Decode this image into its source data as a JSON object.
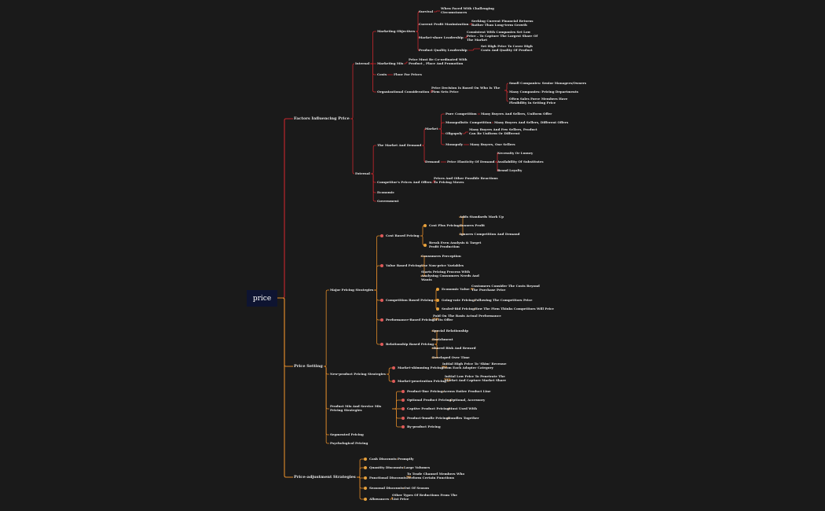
{
  "root": "price",
  "colors": {
    "background": "#1a1a1a",
    "root_bg": "#0e1431",
    "red": "#c8272d",
    "orange": "#e08a2a",
    "red_dot": "#e05a5a",
    "orange_dot": "#e8a23c"
  },
  "nodes": [
    {
      "id": "factors",
      "parent": "root",
      "label": "Factors Influencing Price"
    },
    {
      "id": "internal",
      "parent": "factors",
      "label": "Internal"
    },
    {
      "id": "mobj",
      "parent": "internal",
      "label": "Marketing Objectives"
    },
    {
      "id": "survival",
      "parent": "mobj",
      "label": "Survival"
    },
    {
      "id": "survival_d",
      "parent": "survival",
      "label": "When Faced With Challenging Circumstances"
    },
    {
      "id": "cpm",
      "parent": "mobj",
      "label": "Current Profit Maximization"
    },
    {
      "id": "cpm_d",
      "parent": "cpm",
      "label": "Seeking Current Financial Returns Rather Than Long-term Growth"
    },
    {
      "id": "msl",
      "parent": "mobj",
      "label": "Market-share Leadership"
    },
    {
      "id": "msl_d",
      "parent": "msl",
      "label": "Consistent With Companies Set Low Price – To Capture The Largest Share Of The Market"
    },
    {
      "id": "pql",
      "parent": "mobj",
      "label": "Product Quality Leadership"
    },
    {
      "id": "pql_d",
      "parent": "pql",
      "label": "Set High Price To Cover High Costs And Quality Of Product"
    },
    {
      "id": "mmix",
      "parent": "internal",
      "label": "Marketing Mix"
    },
    {
      "id": "mmix_d",
      "parent": "mmix",
      "label": "Price Must Be Co-ordinated  With Product , Place And Promotion"
    },
    {
      "id": "costs",
      "parent": "internal",
      "label": "Costs"
    },
    {
      "id": "costs_d",
      "parent": "costs",
      "label": "Floor For Prices"
    },
    {
      "id": "orgc",
      "parent": "internal",
      "label": "Organizational Consideration"
    },
    {
      "id": "orgc_d",
      "parent": "orgc",
      "label": "Price Decision Is Based On Who Is The Firm Sets Price"
    },
    {
      "id": "small",
      "parent": "orgc_d",
      "label": "Small Companies: Senior Managers/Owners"
    },
    {
      "id": "many",
      "parent": "orgc_d",
      "label": "Many Companies: Pricing Departments"
    },
    {
      "id": "often",
      "parent": "orgc_d",
      "label": "Often Sales Force Members Have Flexibility In Setting Price"
    },
    {
      "id": "external",
      "parent": "factors",
      "label": "External"
    },
    {
      "id": "mdemand",
      "parent": "external",
      "label": "The Market And Demand"
    },
    {
      "id": "market",
      "parent": "mdemand",
      "label": "Market"
    },
    {
      "id": "pure",
      "parent": "market",
      "label": "Pure Competition"
    },
    {
      "id": "pure_d",
      "parent": "pure",
      "label": "Many Buyers And Sellers, Uniform Offer"
    },
    {
      "id": "monopc",
      "parent": "market",
      "label": "Monopolistic Competition"
    },
    {
      "id": "monopc_d",
      "parent": "monopc",
      "label": "Many Buyers And Sellers, Different Offers"
    },
    {
      "id": "olig",
      "parent": "market",
      "label": "Oligopoly"
    },
    {
      "id": "olig_d",
      "parent": "olig",
      "label": "Many Buyers And Few Sellers, Product Can Be Uniform Or Different"
    },
    {
      "id": "monop",
      "parent": "market",
      "label": "Monopoly"
    },
    {
      "id": "monop_d",
      "parent": "monop",
      "label": "Many Buyers, One Sellers"
    },
    {
      "id": "demand",
      "parent": "mdemand",
      "label": "Demand"
    },
    {
      "id": "ped",
      "parent": "demand",
      "label": "Price Elasticity Of Demand"
    },
    {
      "id": "nec",
      "parent": "ped",
      "label": "Necessity Or Luxury"
    },
    {
      "id": "avail",
      "parent": "ped",
      "label": "Availability Of Substitutes"
    },
    {
      "id": "brand",
      "parent": "ped",
      "label": "Brand Loyalty"
    },
    {
      "id": "comp",
      "parent": "external",
      "label": "Competitor's Prices And Offers"
    },
    {
      "id": "comp_d",
      "parent": "comp",
      "label": "Prices And Other Possible Reactions To Pricing Moves"
    },
    {
      "id": "econ",
      "parent": "external",
      "label": "Economic"
    },
    {
      "id": "govt",
      "parent": "external",
      "label": "Government"
    },
    {
      "id": "setting",
      "parent": "root",
      "label": "Price Setting"
    },
    {
      "id": "major",
      "parent": "setting",
      "label": "Major Pricing Strategies"
    },
    {
      "id": "cbp",
      "parent": "major",
      "label": "Cost Based Pricing"
    },
    {
      "id": "cpp",
      "parent": "cbp",
      "label": "Cost Plus Pricing"
    },
    {
      "id": "adds",
      "parent": "cpp",
      "label": "Adds Standards Mark Up"
    },
    {
      "id": "ensures",
      "parent": "cpp",
      "label": "Ensures Profit"
    },
    {
      "id": "ignores",
      "parent": "cpp",
      "label": "Ignores Competition And Demand"
    },
    {
      "id": "breakeven",
      "parent": "cbp",
      "label": "Break Even  Analysis & Target Profit Production"
    },
    {
      "id": "vbp",
      "parent": "major",
      "label": "Value Based Pricing"
    },
    {
      "id": "consp",
      "parent": "vbp",
      "label": "Consumers Perception"
    },
    {
      "id": "nonprice",
      "parent": "vbp",
      "label": "Use Non-price Variables"
    },
    {
      "id": "starts",
      "parent": "vbp",
      "label": "Starts Pricing Process With Analysing Consumers Needs And Wants"
    },
    {
      "id": "compbp",
      "parent": "major",
      "label": "Competition Based Pricing"
    },
    {
      "id": "ecov",
      "parent": "compbp",
      "label": "Economic Value"
    },
    {
      "id": "ecov_d",
      "parent": "ecov",
      "label": "Customers Consider The Costs Beyond The Purchase Price"
    },
    {
      "id": "goingrate",
      "parent": "compbp",
      "label": "Going-rate Pricing"
    },
    {
      "id": "goingrate_d",
      "parent": "goingrate",
      "label": "Following The Competitors Price"
    },
    {
      "id": "sealed",
      "parent": "compbp",
      "label": "Sealed-Bid Pricing"
    },
    {
      "id": "sealed_d",
      "parent": "sealed",
      "label": "How The Firm Thinks Competitors Will Price"
    },
    {
      "id": "perf",
      "parent": "major",
      "label": "Performance-Based Pricing"
    },
    {
      "id": "perf_d",
      "parent": "perf",
      "label": "Paid On The Basis Actual Performance Of Its Offer"
    },
    {
      "id": "rel",
      "parent": "major",
      "label": "Relationship Based Pricing"
    },
    {
      "id": "special",
      "parent": "rel",
      "label": "Special Relationship"
    },
    {
      "id": "enrich",
      "parent": "rel",
      "label": "Enrichment"
    },
    {
      "id": "shared",
      "parent": "rel",
      "label": "Shared Risk And Reward"
    },
    {
      "id": "devel",
      "parent": "rel",
      "label": "Developed Over Time"
    },
    {
      "id": "newp",
      "parent": "setting",
      "label": "New-product Pricing Strategies"
    },
    {
      "id": "skim",
      "parent": "newp",
      "label": "Market-skimming Pricing"
    },
    {
      "id": "skim_d",
      "parent": "skim",
      "label": "Initial High Price To 'Skim' Revenue From Each Adopter Category"
    },
    {
      "id": "pen",
      "parent": "newp",
      "label": "Market-penetration Pricing"
    },
    {
      "id": "pen_d",
      "parent": "pen",
      "label": "Initial Low Price To Penetrate The Market And Capture Market Share"
    },
    {
      "id": "pmix",
      "parent": "setting",
      "label": "Product Mix And Service Mix Pricing Strategies"
    },
    {
      "id": "pline",
      "parent": "pmix",
      "label": "Product-line Pricing"
    },
    {
      "id": "pline_d",
      "parent": "pline",
      "label": "Across Entire Product Line"
    },
    {
      "id": "opt",
      "parent": "pmix",
      "label": "Optional Product Pricing"
    },
    {
      "id": "opt_d",
      "parent": "opt",
      "label": "Optional, Accessory"
    },
    {
      "id": "capt",
      "parent": "pmix",
      "label": "Captive Product Pricing"
    },
    {
      "id": "capt_d",
      "parent": "capt",
      "label": "Must Used With"
    },
    {
      "id": "bundle",
      "parent": "pmix",
      "label": "Product-bundle Pricing"
    },
    {
      "id": "bundle_d",
      "parent": "bundle",
      "label": "Bundles Together"
    },
    {
      "id": "byp",
      "parent": "pmix",
      "label": "By-product Pricing"
    },
    {
      "id": "segp",
      "parent": "setting",
      "label": "Segmented Pricing"
    },
    {
      "id": "psyp",
      "parent": "setting",
      "label": "Psychological Pricing"
    },
    {
      "id": "adj",
      "parent": "root",
      "label": "Price-adjustment Strategies"
    },
    {
      "id": "cash",
      "parent": "adj",
      "label": "Cash Discounts"
    },
    {
      "id": "cash_d",
      "parent": "cash",
      "label": "Promptly"
    },
    {
      "id": "qty",
      "parent": "adj",
      "label": "Quantity Discounts"
    },
    {
      "id": "qty_d",
      "parent": "qty",
      "label": "Large Volumes"
    },
    {
      "id": "func",
      "parent": "adj",
      "label": "Functional Discounts"
    },
    {
      "id": "func_d",
      "parent": "func",
      "label": "To Trade Channel Members Who Perform Certain Functions"
    },
    {
      "id": "seas",
      "parent": "adj",
      "label": "Seasonal Discounts"
    },
    {
      "id": "seas_d",
      "parent": "seas",
      "label": "Out Of Season"
    },
    {
      "id": "allow",
      "parent": "adj",
      "label": "Allowances"
    },
    {
      "id": "allow_d",
      "parent": "allow",
      "label": "Other Types Of Reductions From The List Price"
    }
  ]
}
